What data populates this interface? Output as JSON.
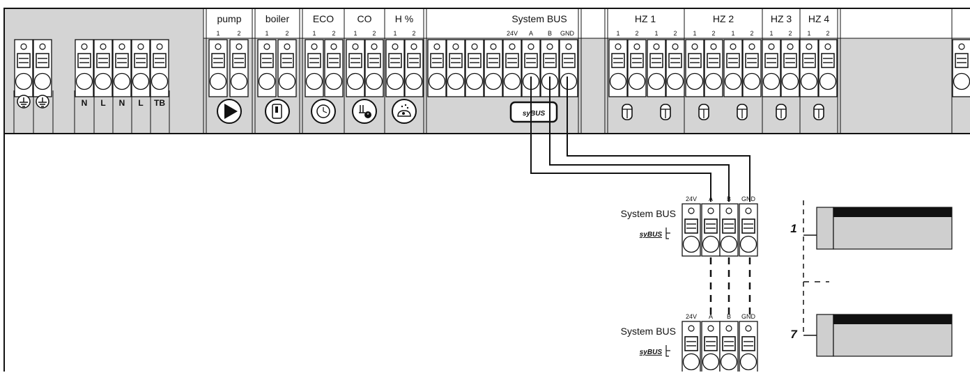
{
  "title": "",
  "top_bar": {
    "groups": {
      "pump": "pump",
      "boiler": "boiler",
      "eco": "ECO",
      "co": "CO",
      "humidity": "H %",
      "system_bus": "System BUS",
      "hz1": "HZ 1",
      "hz2": "HZ 2",
      "hz3": "HZ 3",
      "hz4": "HZ 4"
    },
    "pin_1": "1",
    "pin_2": "2",
    "bus_pins": [
      "24V",
      "A",
      "B",
      "GND"
    ],
    "mains_labels": [
      "N",
      "L",
      "N",
      "L",
      "TB"
    ],
    "sybus_logo": "syBUS"
  },
  "modules": [
    {
      "label": "System BUS",
      "pins": [
        "24V",
        "A",
        "B",
        "GND"
      ],
      "logo": "syBUS",
      "device_number": "1"
    },
    {
      "label": "System BUS",
      "pins": [
        "24V",
        "A",
        "B",
        "GND"
      ],
      "logo": "syBUS",
      "device_number": "7"
    }
  ],
  "colors": {
    "line": "#111111",
    "panel": "#d4d4d4",
    "background": "#ffffff",
    "terminal": "#ffffff"
  }
}
